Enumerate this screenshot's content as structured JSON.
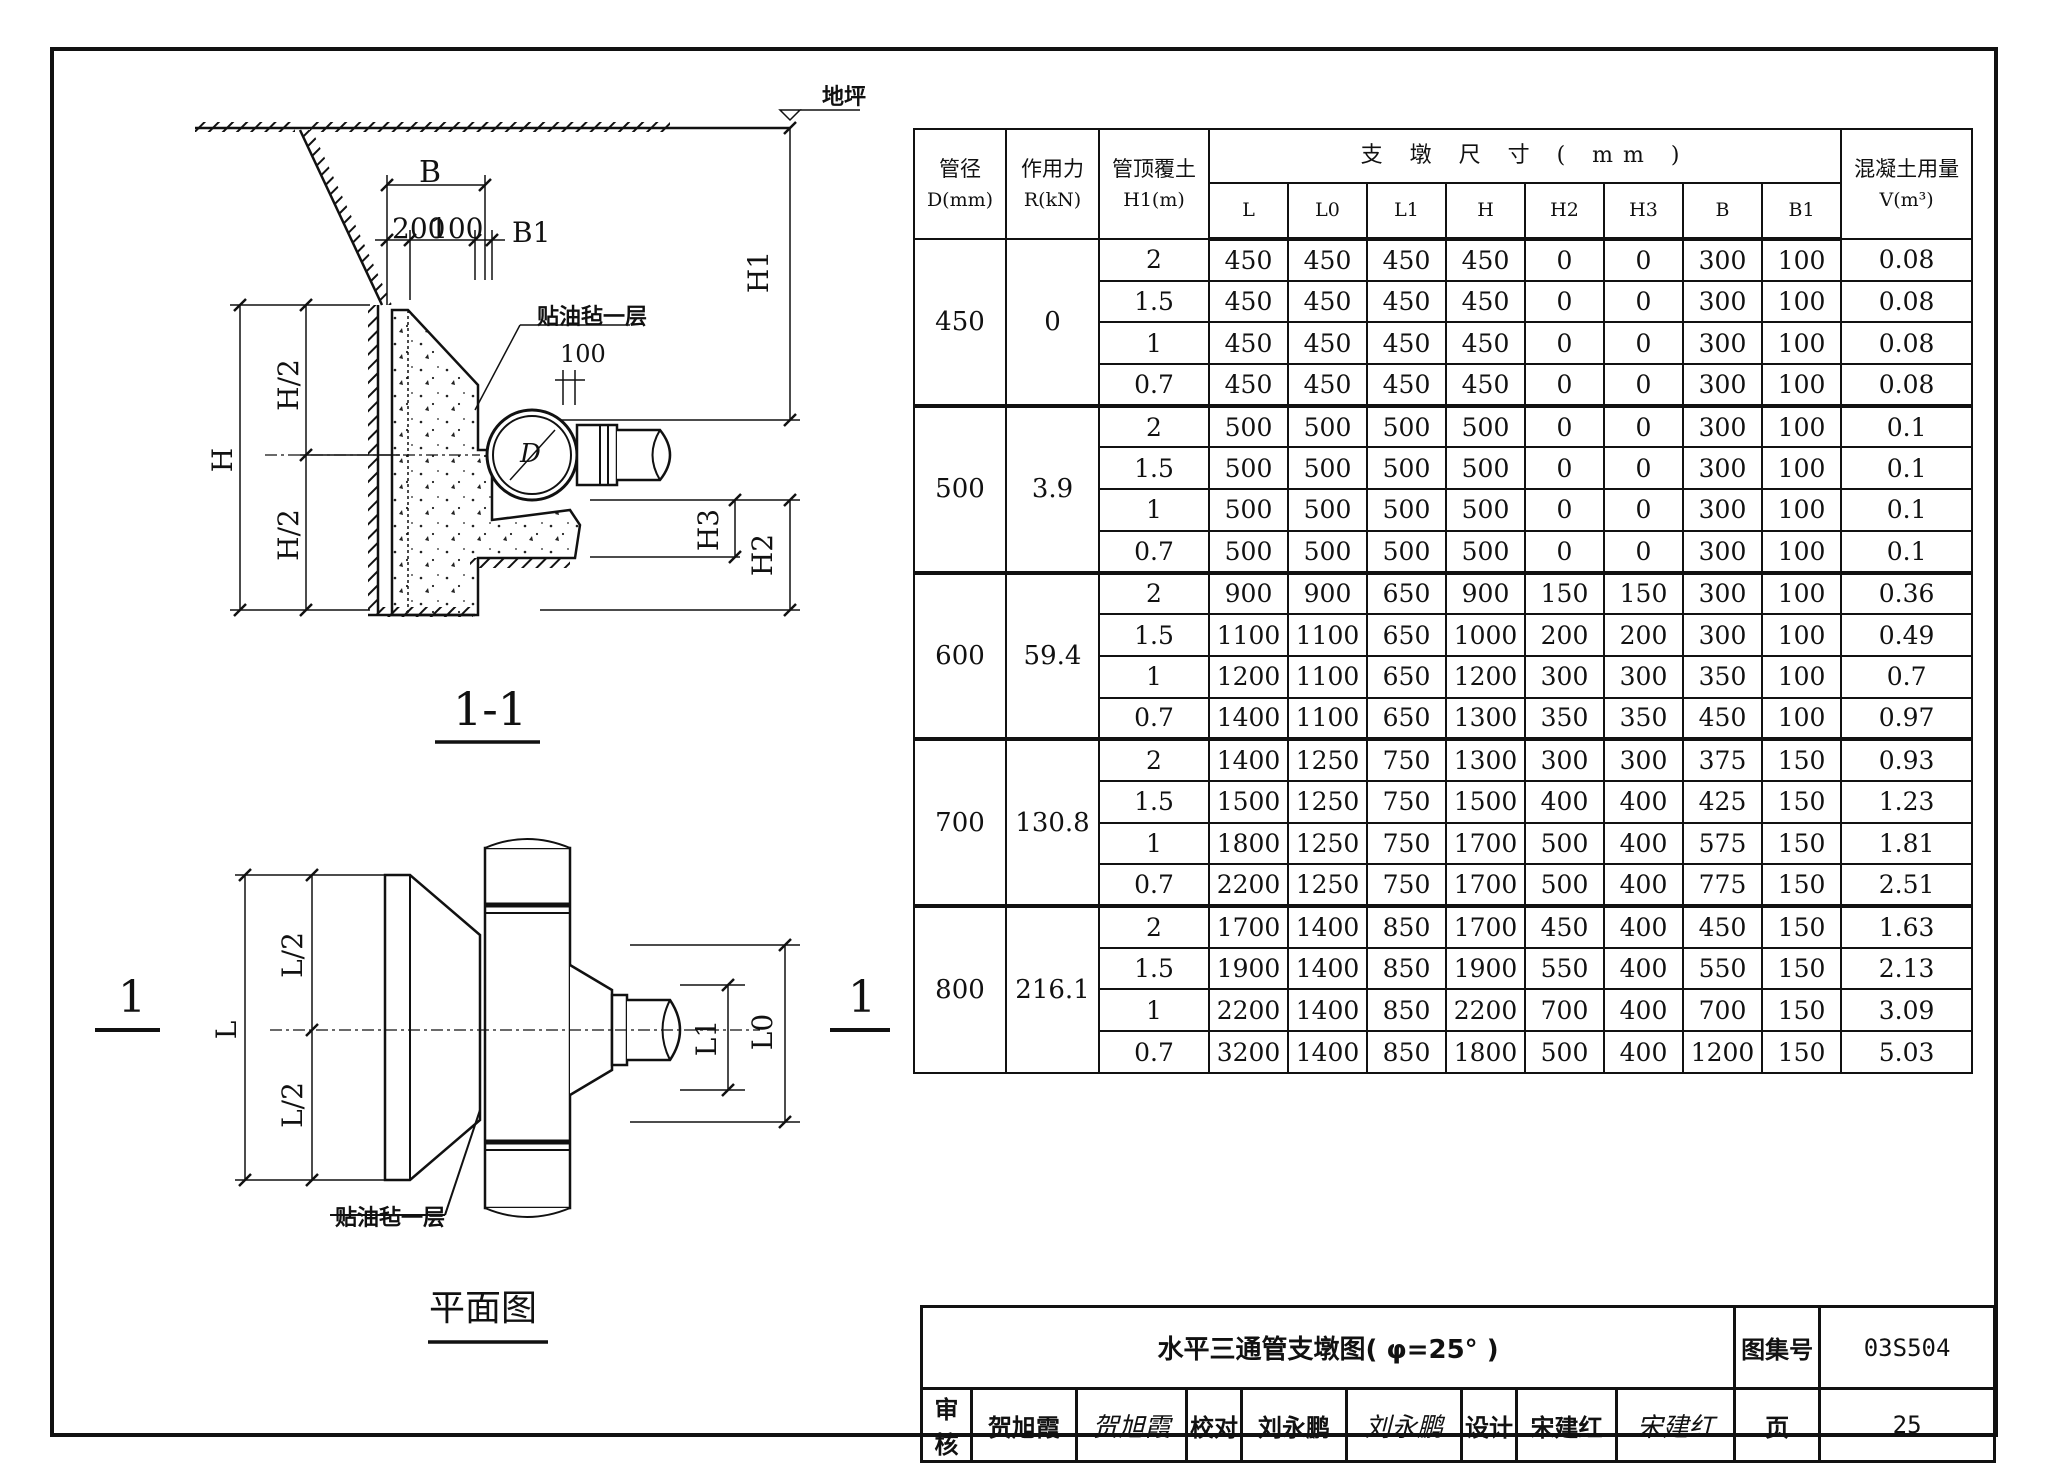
{
  "views": {
    "section": {
      "title": "1-1",
      "ground_label": "地坪",
      "dim_B": "B",
      "dim_200": "200",
      "dim_100": "100",
      "dim_B1": "B1",
      "dim_H1": "H1",
      "dim_H": "H",
      "dim_H_half_top": "H/2",
      "dim_H_half_bottom": "H/2",
      "dim_H3": "H3",
      "dim_H2": "H2",
      "dim_100_small": "100",
      "pipe_label": "D",
      "felt_note": "贴油毡一层"
    },
    "plan": {
      "title": "平面图",
      "section_mark_left": "1",
      "section_mark_right": "1",
      "dim_L": "L",
      "dim_L_half_top": "L/2",
      "dim_L_half_bottom": "L/2",
      "dim_L1": "L1",
      "dim_L0": "L0",
      "felt_note": "贴油毡一层"
    }
  },
  "table": {
    "head": {
      "d_line1": "管径",
      "d_line2": "D(mm)",
      "r_line1": "作用力",
      "r_line2": "R(kN)",
      "h1_line1": "管顶覆土",
      "h1_line2": "H1(m)",
      "group": "支 墩 尺 寸 ( mm )",
      "v_line1": "混凝土用量",
      "v_line2": "V(m³)",
      "cols": [
        "L",
        "L0",
        "L1",
        "H",
        "H2",
        "H3",
        "B",
        "B1"
      ]
    },
    "groups": [
      {
        "d": "450",
        "r": "0",
        "rows": [
          {
            "h1": "2",
            "vals": [
              "450",
              "450",
              "450",
              "450",
              "0",
              "0",
              "300",
              "100"
            ],
            "v": "0.08"
          },
          {
            "h1": "1.5",
            "vals": [
              "450",
              "450",
              "450",
              "450",
              "0",
              "0",
              "300",
              "100"
            ],
            "v": "0.08"
          },
          {
            "h1": "1",
            "vals": [
              "450",
              "450",
              "450",
              "450",
              "0",
              "0",
              "300",
              "100"
            ],
            "v": "0.08"
          },
          {
            "h1": "0.7",
            "vals": [
              "450",
              "450",
              "450",
              "450",
              "0",
              "0",
              "300",
              "100"
            ],
            "v": "0.08"
          }
        ]
      },
      {
        "d": "500",
        "r": "3.9",
        "rows": [
          {
            "h1": "2",
            "vals": [
              "500",
              "500",
              "500",
              "500",
              "0",
              "0",
              "300",
              "100"
            ],
            "v": "0.1"
          },
          {
            "h1": "1.5",
            "vals": [
              "500",
              "500",
              "500",
              "500",
              "0",
              "0",
              "300",
              "100"
            ],
            "v": "0.1"
          },
          {
            "h1": "1",
            "vals": [
              "500",
              "500",
              "500",
              "500",
              "0",
              "0",
              "300",
              "100"
            ],
            "v": "0.1"
          },
          {
            "h1": "0.7",
            "vals": [
              "500",
              "500",
              "500",
              "500",
              "0",
              "0",
              "300",
              "100"
            ],
            "v": "0.1"
          }
        ]
      },
      {
        "d": "600",
        "r": "59.4",
        "rows": [
          {
            "h1": "2",
            "vals": [
              "900",
              "900",
              "650",
              "900",
              "150",
              "150",
              "300",
              "100"
            ],
            "v": "0.36"
          },
          {
            "h1": "1.5",
            "vals": [
              "1100",
              "1100",
              "650",
              "1000",
              "200",
              "200",
              "300",
              "100"
            ],
            "v": "0.49"
          },
          {
            "h1": "1",
            "vals": [
              "1200",
              "1100",
              "650",
              "1200",
              "300",
              "300",
              "350",
              "100"
            ],
            "v": "0.7"
          },
          {
            "h1": "0.7",
            "vals": [
              "1400",
              "1100",
              "650",
              "1300",
              "350",
              "350",
              "450",
              "100"
            ],
            "v": "0.97"
          }
        ]
      },
      {
        "d": "700",
        "r": "130.8",
        "rows": [
          {
            "h1": "2",
            "vals": [
              "1400",
              "1250",
              "750",
              "1300",
              "300",
              "300",
              "375",
              "150"
            ],
            "v": "0.93"
          },
          {
            "h1": "1.5",
            "vals": [
              "1500",
              "1250",
              "750",
              "1500",
              "400",
              "400",
              "425",
              "150"
            ],
            "v": "1.23"
          },
          {
            "h1": "1",
            "vals": [
              "1800",
              "1250",
              "750",
              "1700",
              "500",
              "400",
              "575",
              "150"
            ],
            "v": "1.81"
          },
          {
            "h1": "0.7",
            "vals": [
              "2200",
              "1250",
              "750",
              "1700",
              "500",
              "400",
              "775",
              "150"
            ],
            "v": "2.51"
          }
        ]
      },
      {
        "d": "800",
        "r": "216.1",
        "rows": [
          {
            "h1": "2",
            "vals": [
              "1700",
              "1400",
              "850",
              "1700",
              "450",
              "400",
              "450",
              "150"
            ],
            "v": "1.63"
          },
          {
            "h1": "1.5",
            "vals": [
              "1900",
              "1400",
              "850",
              "1900",
              "550",
              "400",
              "550",
              "150"
            ],
            "v": "2.13"
          },
          {
            "h1": "1",
            "vals": [
              "2200",
              "1400",
              "850",
              "2200",
              "700",
              "400",
              "700",
              "150"
            ],
            "v": "3.09"
          },
          {
            "h1": "0.7",
            "vals": [
              "3200",
              "1400",
              "850",
              "1800",
              "500",
              "400",
              "1200",
              "150"
            ],
            "v": "5.03"
          }
        ]
      }
    ]
  },
  "title_block": {
    "drawing_title": "水平三通管支墩图( φ=25° )",
    "atlas_label": "图集号",
    "atlas_no": "03S504",
    "review_label": "审核",
    "reviewer": "贺旭霞",
    "reviewer_sig": "贺旭霞",
    "check_label": "校对",
    "checker": "刘永鹏",
    "checker_sig": "刘永鹏",
    "design_label": "设计",
    "designer": "宋建红",
    "designer_sig": "宋建红",
    "page_label": "页",
    "page_no": "25"
  }
}
